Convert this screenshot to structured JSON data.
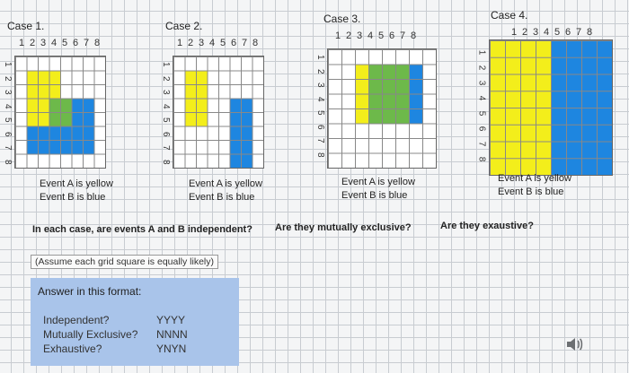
{
  "cases": [
    {
      "title": "Case 1.",
      "cols": [
        "1",
        "2",
        "3",
        "4",
        "5",
        "6",
        "7",
        "8"
      ],
      "rows": [
        "1",
        "2",
        "3",
        "4",
        "5",
        "6",
        "7",
        "8"
      ],
      "event_a": "Event A is yellow",
      "event_b": "Event B is blue"
    },
    {
      "title": "Case 2.",
      "cols": [
        "1",
        "2",
        "3",
        "4",
        "5",
        "6",
        "7",
        "8"
      ],
      "rows": [
        "1",
        "2",
        "3",
        "4",
        "5",
        "6",
        "7",
        "8"
      ],
      "event_a": "Event A is yellow",
      "event_b": "Event B is blue"
    },
    {
      "title": "Case 3.",
      "cols": [
        "1",
        "2",
        "3",
        "4",
        "5",
        "6",
        "7",
        "8"
      ],
      "rows": [
        "1",
        "2",
        "3",
        "4",
        "5",
        "6",
        "7",
        "8"
      ],
      "event_a": "Event A is yellow",
      "event_b": "Event B is blue"
    },
    {
      "title": "Case 4.",
      "cols": [
        "1",
        "2",
        "3",
        "4",
        "5",
        "6",
        "7",
        "8"
      ],
      "rows": [
        "1",
        "2",
        "3",
        "4",
        "5",
        "6",
        "7",
        "8"
      ],
      "event_a": "Event A is yellow",
      "event_b": "Event B is blue"
    }
  ],
  "questions": {
    "q1": "In each case, are events A and B independent?",
    "q2": "Are they mutually exclusive?",
    "q3": "Are they exaustive?"
  },
  "assume": "(Assume each grid square is equally likely)",
  "answer": {
    "format_label": "Answer in this format:",
    "rows": [
      {
        "label": "Independent?",
        "value": "YYYY"
      },
      {
        "label": "Mutually Exclusive?",
        "value": "NNNN"
      },
      {
        "label": "Exhaustive?",
        "value": "YNYN"
      }
    ]
  },
  "colors": {
    "yellow": "#f3ee1b",
    "blue": "#1e86e0",
    "green": "#6db94a"
  }
}
